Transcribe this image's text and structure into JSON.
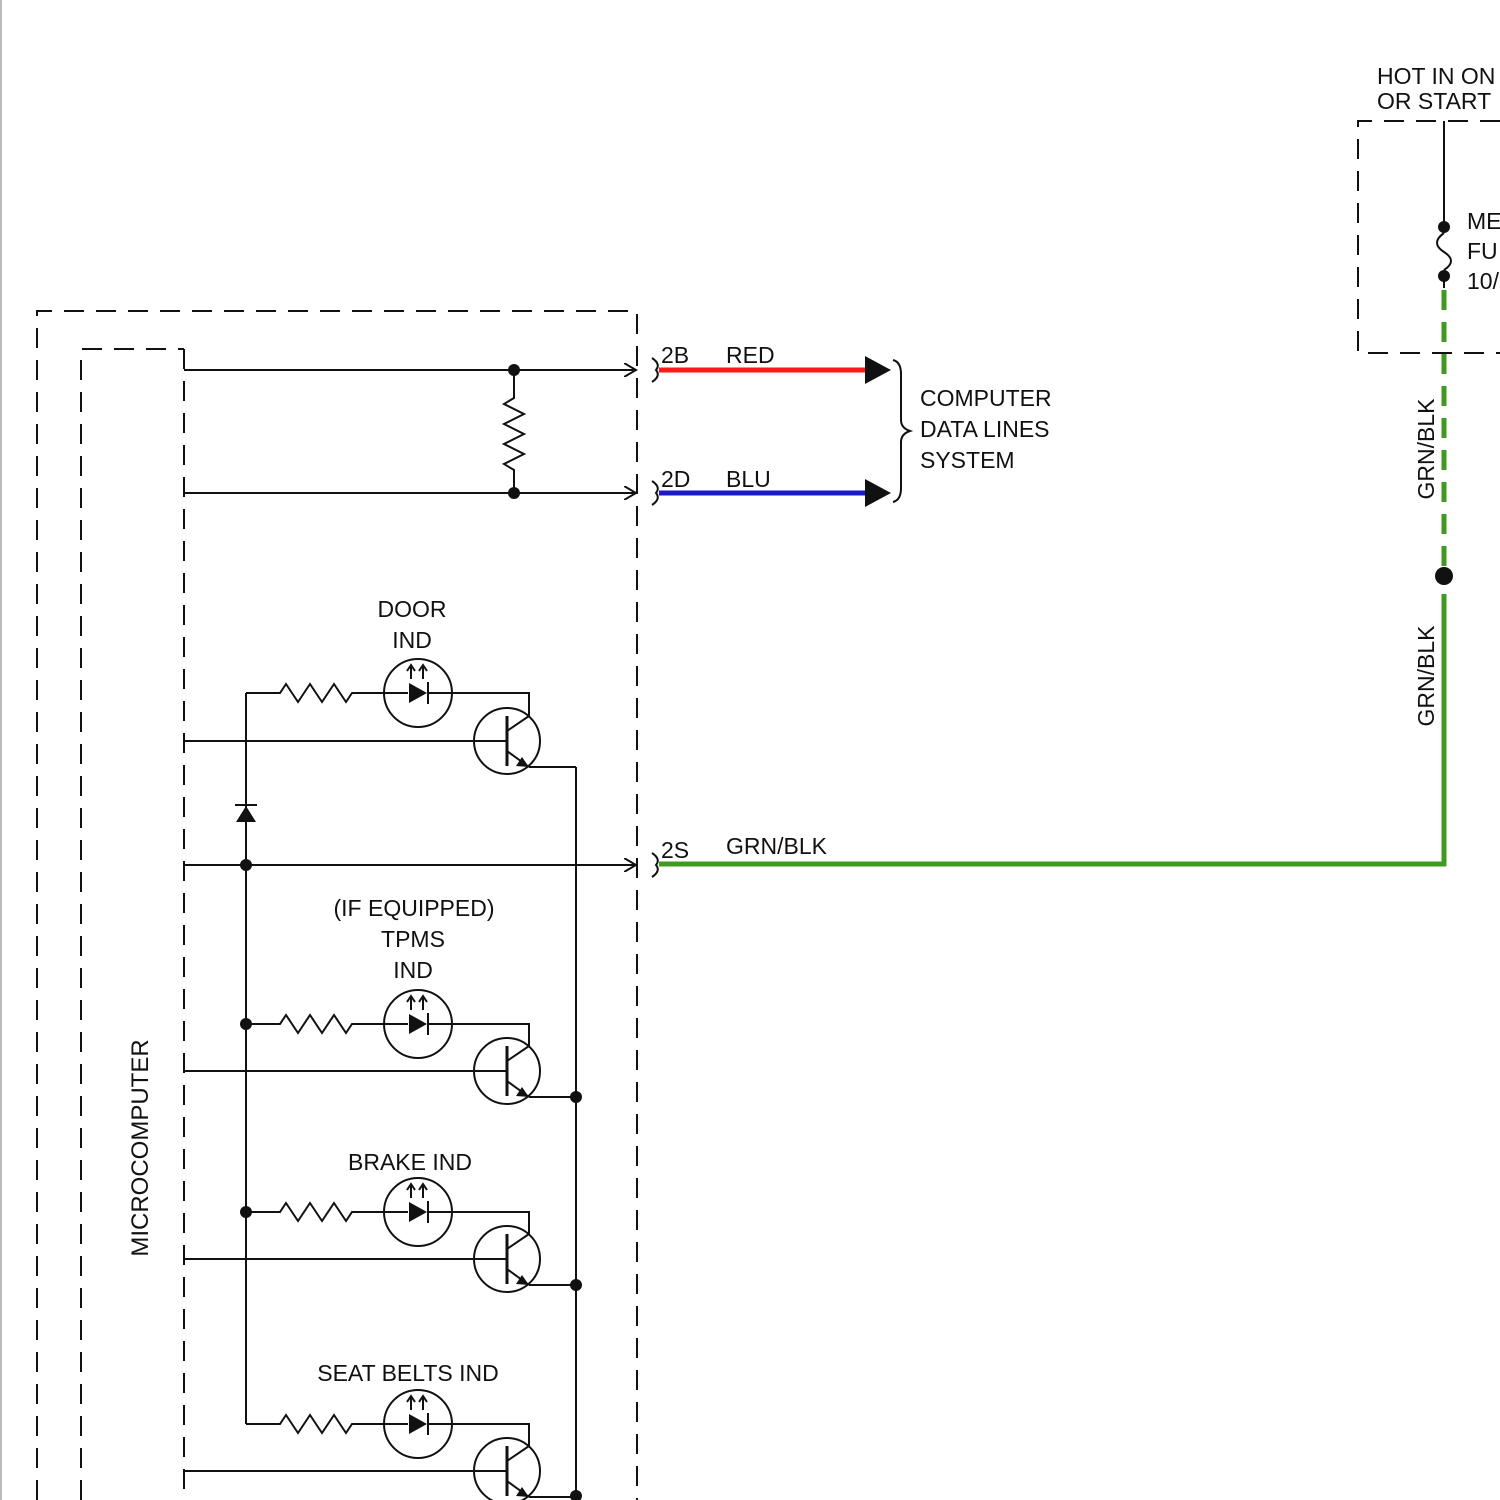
{
  "colors": {
    "red_wire": "#ff1a1a",
    "blue_wire": "#1a1acc",
    "green_wire": "#3f9a1f",
    "ink": "#111111"
  },
  "power": {
    "hot_line1": "HOT IN ON",
    "hot_line2": "OR START",
    "fuse_line1": "ME",
    "fuse_line2": "FU",
    "fuse_line3": "10/"
  },
  "microcomputer_label": "MICROCOMPUTER",
  "connectors": [
    {
      "pin": "2B",
      "wire_color": "RED"
    },
    {
      "pin": "2D",
      "wire_color": "BLU"
    },
    {
      "pin": "2S",
      "wire_color": "GRN/BLK"
    }
  ],
  "data_lines": {
    "line1": "COMPUTER",
    "line2": "DATA LINES",
    "line3": "SYSTEM"
  },
  "vertical_wire_labels": [
    "GRN/BLK",
    "GRN/BLK"
  ],
  "indicators": {
    "door": {
      "line1": "DOOR",
      "line2": "IND"
    },
    "tpms": {
      "line1": "(IF EQUIPPED)",
      "line2": "TPMS",
      "line3": "IND"
    },
    "brake": {
      "line1": "BRAKE IND"
    },
    "seat_belts": {
      "line1": "SEAT BELTS IND"
    }
  }
}
